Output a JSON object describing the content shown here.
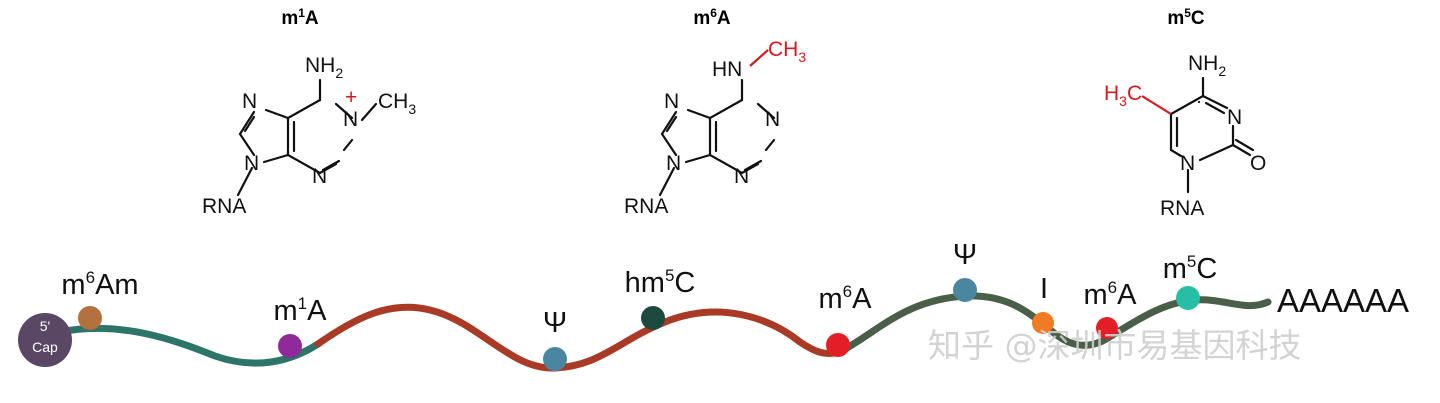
{
  "structures": [
    {
      "title": "m",
      "title_sup": "1",
      "title_tail": "A"
    },
    {
      "title": "m",
      "title_sup": "6",
      "title_tail": "A"
    },
    {
      "title": "m",
      "title_sup": "5",
      "title_tail": "C"
    }
  ],
  "atoms": {
    "nh2": "NH",
    "sub2": "2",
    "n": "N",
    "ch3": "CH",
    "sub3": "3",
    "plus": "+",
    "rna": "RNA",
    "hn": "HN",
    "h3c": "H",
    "o": "O",
    "c": "C"
  },
  "cap": {
    "line1": "5'",
    "line2": "Cap"
  },
  "tail_text": "AAAAAA",
  "mods": [
    {
      "base": "m",
      "sup": "6",
      "tail": "Am",
      "color": "#b5703f"
    },
    {
      "base": "m",
      "sup": "1",
      "tail": "A",
      "color": "#8e2a9a"
    },
    {
      "base": "Ψ",
      "sup": "",
      "tail": "",
      "color": "#4a86a0"
    },
    {
      "base": "hm",
      "sup": "5",
      "tail": "C",
      "color": "#1d4a3f"
    },
    {
      "base": "m",
      "sup": "6",
      "tail": "A",
      "color": "#e41e26"
    },
    {
      "base": "Ψ",
      "sup": "",
      "tail": "",
      "color": "#4a86a0"
    },
    {
      "base": "I",
      "sup": "",
      "tail": "",
      "color": "#f07a26"
    },
    {
      "base": "m",
      "sup": "6",
      "tail": "A",
      "color": "#e41e26"
    },
    {
      "base": "m",
      "sup": "5",
      "tail": "C",
      "color": "#26bfa6"
    }
  ],
  "colors": {
    "teal_segment": "#2e7569",
    "red_segment": "#a93a25",
    "green_segment": "#4a5f47",
    "cap_fill": "#5a4766",
    "highlight_red": "#d7191c"
  },
  "watermark": "知乎 @深圳市易基因科技"
}
